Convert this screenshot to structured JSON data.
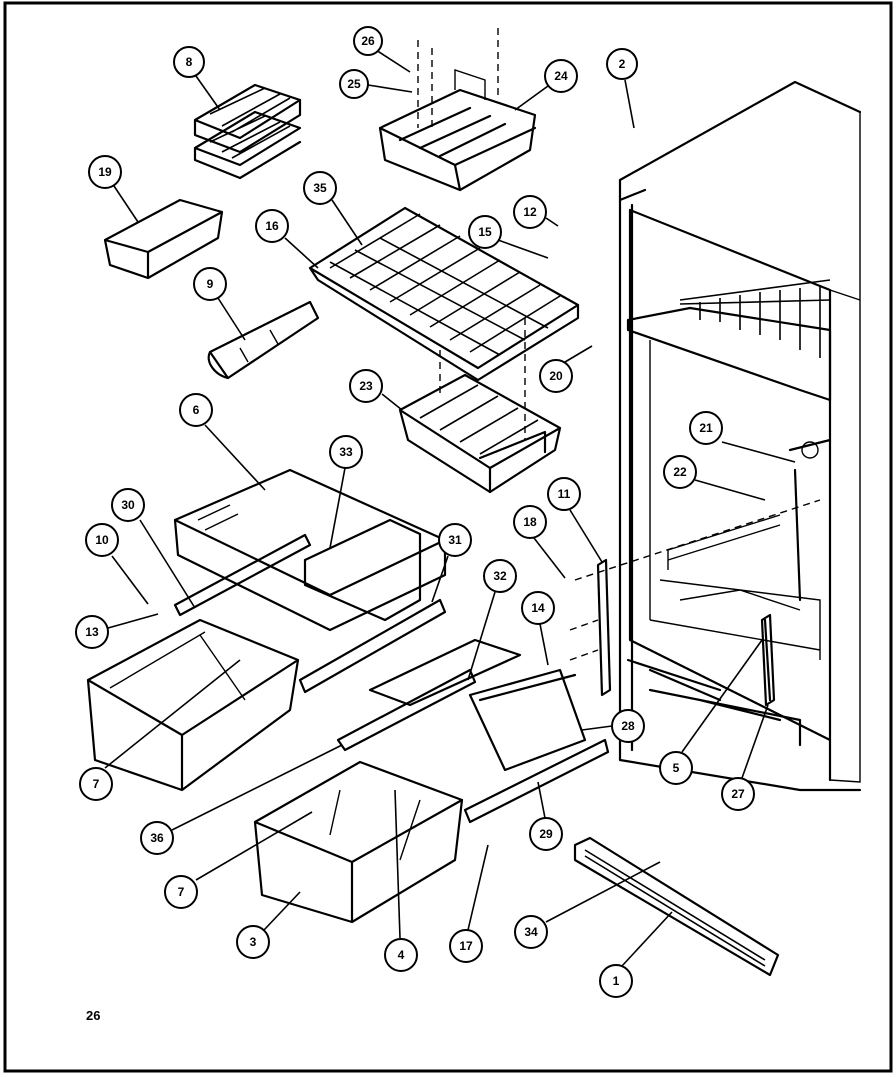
{
  "page_number": "26",
  "callouts": [
    {
      "id": "c26a",
      "label": "26"
    },
    {
      "id": "c25",
      "label": "25"
    },
    {
      "id": "c24",
      "label": "24"
    },
    {
      "id": "c8",
      "label": "8"
    },
    {
      "id": "c2",
      "label": "2"
    },
    {
      "id": "c19",
      "label": "19"
    },
    {
      "id": "c35",
      "label": "35"
    },
    {
      "id": "c16",
      "label": "16"
    },
    {
      "id": "c12",
      "label": "12"
    },
    {
      "id": "c15",
      "label": "15"
    },
    {
      "id": "c9",
      "label": "9"
    },
    {
      "id": "c20",
      "label": "20"
    },
    {
      "id": "c23",
      "label": "23"
    },
    {
      "id": "c6",
      "label": "6"
    },
    {
      "id": "c33",
      "label": "33"
    },
    {
      "id": "c21",
      "label": "21"
    },
    {
      "id": "c22",
      "label": "22"
    },
    {
      "id": "c30",
      "label": "30"
    },
    {
      "id": "c11",
      "label": "11"
    },
    {
      "id": "c18",
      "label": "18"
    },
    {
      "id": "c10",
      "label": "10"
    },
    {
      "id": "c31",
      "label": "31"
    },
    {
      "id": "c32",
      "label": "32"
    },
    {
      "id": "c13",
      "label": "13"
    },
    {
      "id": "c14",
      "label": "14"
    },
    {
      "id": "c28",
      "label": "28"
    },
    {
      "id": "c7a",
      "label": "7"
    },
    {
      "id": "c5",
      "label": "5"
    },
    {
      "id": "c27",
      "label": "27"
    },
    {
      "id": "c36",
      "label": "36"
    },
    {
      "id": "c29",
      "label": "29"
    },
    {
      "id": "c7b",
      "label": "7"
    },
    {
      "id": "c34",
      "label": "34"
    },
    {
      "id": "c3",
      "label": "3"
    },
    {
      "id": "c4",
      "label": "4"
    },
    {
      "id": "c17",
      "label": "17"
    },
    {
      "id": "c1",
      "label": "1"
    }
  ]
}
